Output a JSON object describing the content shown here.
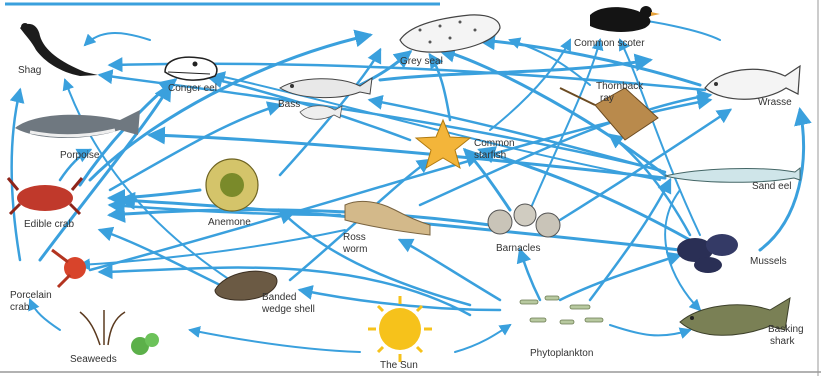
{
  "colors": {
    "arrow": "#3aa0dd",
    "top_rule": "#3aa0dd",
    "sun": "#f6c21b",
    "starfish": "#f3b53a",
    "crab": "#c0392b"
  },
  "organisms": {
    "shag": "Shag",
    "conger_eel": "Conger eel",
    "grey_seal": "Grey seal",
    "common_scoter": "Common scoter",
    "bass": "Bass",
    "thornback_ray": [
      "Thornback",
      "ray"
    ],
    "wrasse": "Wrasse",
    "porpoise": "Porpoise",
    "common_starfish": [
      "Common",
      "starfish"
    ],
    "sand_eel": "Sand eel",
    "edible_crab": "Edible crab",
    "anemone": "Anemone",
    "ross_worm": [
      "Ross",
      "worm"
    ],
    "barnacles": "Barnacles",
    "mussels": "Mussels",
    "porcelain_crab": [
      "Porcelain",
      "crab"
    ],
    "banded_wedge_shell": [
      "Banded",
      "wedge shell"
    ],
    "seaweeds": "Seaweeds",
    "the_sun": "The Sun",
    "phytoplankton": "Phytoplankton",
    "basking_shark": [
      "Basking",
      "shark"
    ]
  }
}
